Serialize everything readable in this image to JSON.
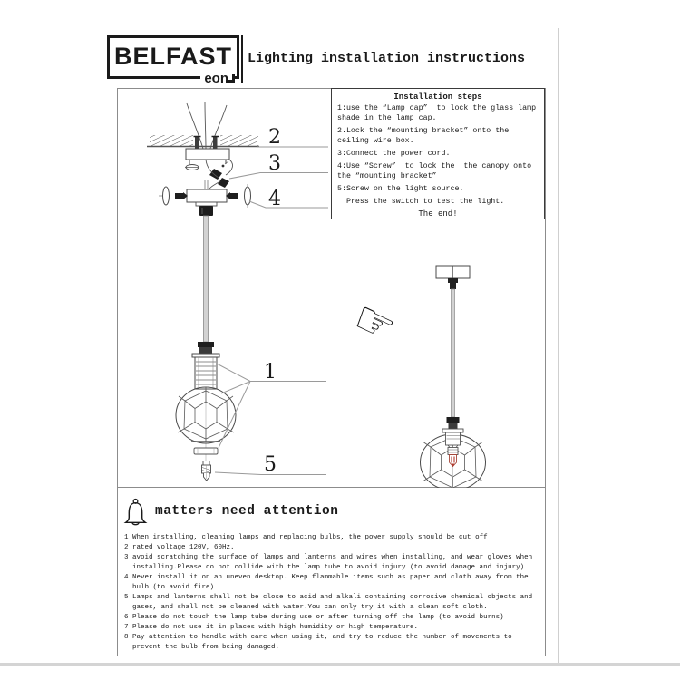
{
  "header": {
    "brand": "BELFAST",
    "brand_sub": "eon",
    "doc_title": "Lighting installation instructions"
  },
  "installation_steps": {
    "title": "Installation steps",
    "steps": [
      "1:use the “Lamp cap”  to lock the glass lamp shade in the lamp cap.",
      "2.Lock the “mounting bracket” onto the ceiling wire box.",
      "3:Connect the power cord.",
      "4:Use “Screw”  to lock the  the canopy onto the “mounting bracket”",
      "5:Screw on the light source.",
      "  Press the switch to test the light."
    ],
    "end_note": "The end!"
  },
  "diagram": {
    "part_labels": {
      "lamp_cap_and_shade": "1",
      "mounting_bracket": "2",
      "power_cord": "3",
      "canopy_screw": "4",
      "light_source": "5"
    },
    "icons": {
      "pointing_hand": "☞"
    }
  },
  "attention": {
    "title": "matters need attention",
    "items": [
      "1 When installing, cleaning lamps and replacing bulbs, the power supply should be cut off",
      "2 rated voltage 120V, 60Hz.",
      "3 avoid scratching the surface of lamps and lanterns and wires when installing, and wear gloves when installing.Please do not collide with the lamp tube to avoid injury (to avoid damage and injury)",
      "4 Never install it on an uneven desktop. Keep flammable items such as paper and cloth away from the bulb (to avoid fire)",
      "5 Lamps and lanterns shall not be close to acid and alkali containing corrosive chemical objects and gases, and shall not be cleaned with water.You can only try it with a clean soft cloth.",
      "6 Please do not touch the lamp tube during use or after turning off the lamp (to avoid burns)",
      "7 Please do not use it in places with high humidity or high temperature.",
      "8 Pay attention to handle with care when using it, and try to reduce the number of movements to prevent the bulb from being damaged."
    ]
  },
  "colors": {
    "line_art": "#4a4a4a",
    "cord_gray": "#d2d2d2",
    "filament_red": "#b03a2e"
  }
}
